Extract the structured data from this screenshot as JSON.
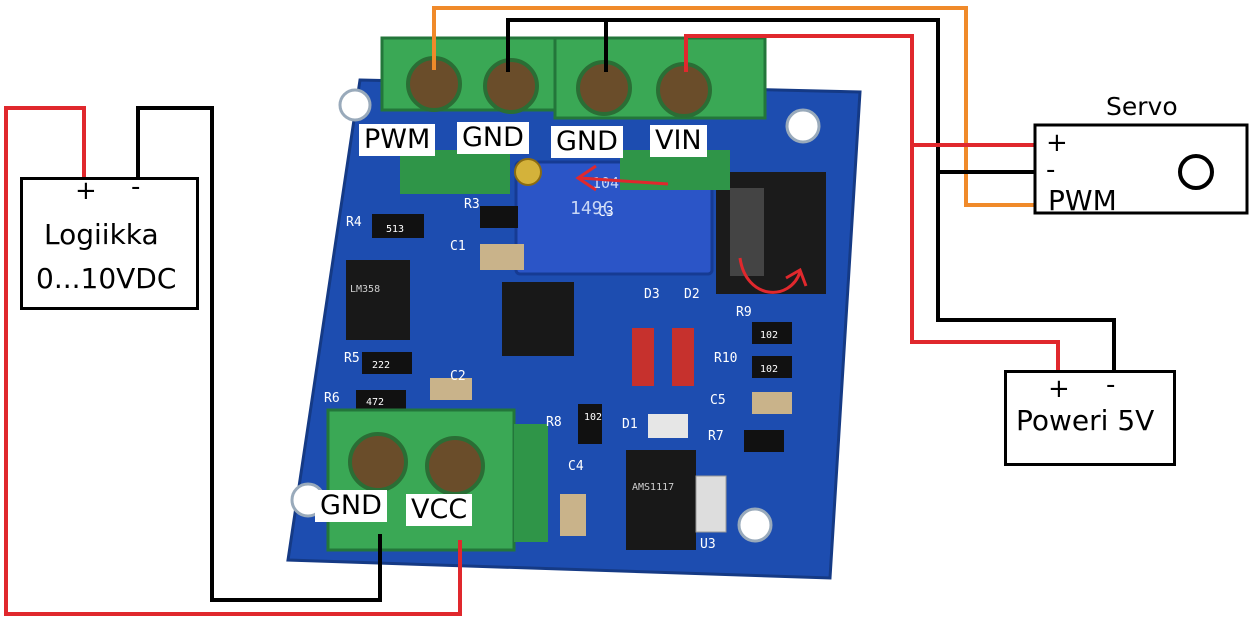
{
  "board": {
    "terminals": {
      "pwm": "PWM",
      "gnd1": "GND",
      "gnd2": "GND",
      "vin": "VIN",
      "gnd_power": "GND",
      "vcc": "VCC"
    },
    "silkscreen": {
      "r3": "R3",
      "r4": "R4",
      "r5": "R5",
      "r6": "R6",
      "r7": "R7",
      "r8": "R8",
      "r9": "R9",
      "r10": "R10",
      "c1": "C1",
      "c2": "C2",
      "c3": "C3",
      "c4": "C4",
      "c5": "C5",
      "d1": "D1",
      "d2": "D2",
      "d3": "D3",
      "u3": "U3",
      "pot_code": "149C",
      "pot_value": "104",
      "ic_op_amp": "LM358",
      "ic_regulator": "AMS1117",
      "res_513": "513",
      "res_222": "222",
      "res_472": "472",
      "res_102": "102"
    }
  },
  "logic_box": {
    "plus": "+",
    "minus": "-",
    "name": "Logiikka",
    "range": "0...10VDC"
  },
  "servo_box": {
    "title": "Servo",
    "plus": "+",
    "minus": "-",
    "pwm": "PWM"
  },
  "power_box": {
    "plus": "+",
    "minus": "-",
    "name": "Poweri 5V"
  },
  "colors": {
    "pcb_blue": "#1f4fb5",
    "terminal_green": "#3aa855",
    "wire_red": "#e0282d",
    "wire_black": "#000000",
    "wire_orange": "#f08a2a"
  }
}
